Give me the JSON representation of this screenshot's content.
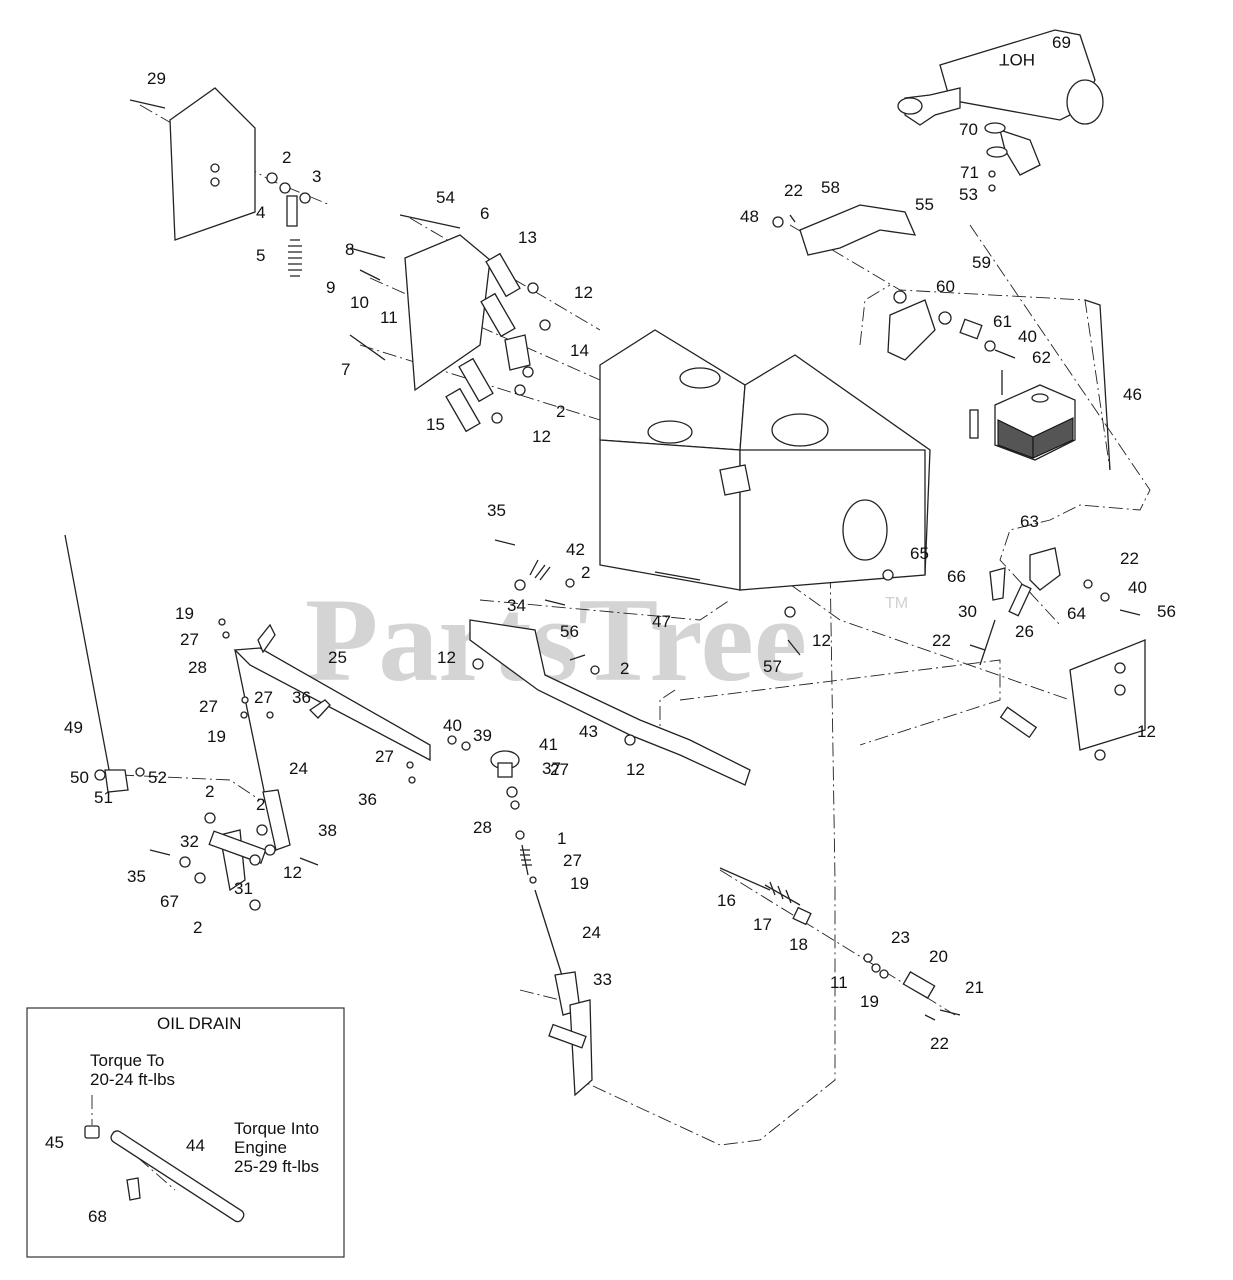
{
  "watermark": {
    "text": "PartsTree",
    "tm": "TM"
  },
  "callouts": [
    {
      "id": "c69",
      "text": "69"
    },
    {
      "id": "c70",
      "text": "70"
    },
    {
      "id": "c71",
      "text": "71"
    },
    {
      "id": "c53",
      "text": "53"
    },
    {
      "id": "c29",
      "text": "29"
    },
    {
      "id": "c2a",
      "text": "2"
    },
    {
      "id": "c3",
      "text": "3"
    },
    {
      "id": "c4",
      "text": "4"
    },
    {
      "id": "c5",
      "text": "5"
    },
    {
      "id": "c54",
      "text": "54"
    },
    {
      "id": "c6",
      "text": "6"
    },
    {
      "id": "c13",
      "text": "13"
    },
    {
      "id": "c8",
      "text": "8"
    },
    {
      "id": "c9",
      "text": "9"
    },
    {
      "id": "c10",
      "text": "10"
    },
    {
      "id": "c11a",
      "text": "11"
    },
    {
      "id": "c12a",
      "text": "12"
    },
    {
      "id": "c7",
      "text": "7"
    },
    {
      "id": "c14",
      "text": "14"
    },
    {
      "id": "c2b",
      "text": "2"
    },
    {
      "id": "c15",
      "text": "15"
    },
    {
      "id": "c12b",
      "text": "12"
    },
    {
      "id": "c22a",
      "text": "22"
    },
    {
      "id": "c58",
      "text": "58"
    },
    {
      "id": "c48",
      "text": "48"
    },
    {
      "id": "c55",
      "text": "55"
    },
    {
      "id": "c59",
      "text": "59"
    },
    {
      "id": "c60",
      "text": "60"
    },
    {
      "id": "c61",
      "text": "61"
    },
    {
      "id": "c40a",
      "text": "40"
    },
    {
      "id": "c62",
      "text": "62"
    },
    {
      "id": "c46",
      "text": "46"
    },
    {
      "id": "c63",
      "text": "63"
    },
    {
      "id": "c22b",
      "text": "22"
    },
    {
      "id": "c66",
      "text": "66"
    },
    {
      "id": "c40b",
      "text": "40"
    },
    {
      "id": "c64",
      "text": "64"
    },
    {
      "id": "c56a",
      "text": "56"
    },
    {
      "id": "c30",
      "text": "30"
    },
    {
      "id": "c26",
      "text": "26"
    },
    {
      "id": "c22c",
      "text": "22"
    },
    {
      "id": "c12c",
      "text": "12"
    },
    {
      "id": "c65",
      "text": "65"
    },
    {
      "id": "c35a",
      "text": "35"
    },
    {
      "id": "c42",
      "text": "42"
    },
    {
      "id": "c2c",
      "text": "2"
    },
    {
      "id": "c34",
      "text": "34"
    },
    {
      "id": "c56b",
      "text": "56"
    },
    {
      "id": "c47",
      "text": "47"
    },
    {
      "id": "c12d",
      "text": "12"
    },
    {
      "id": "c57",
      "text": "57"
    },
    {
      "id": "c12e",
      "text": "12"
    },
    {
      "id": "c2d",
      "text": "2"
    },
    {
      "id": "c43",
      "text": "43"
    },
    {
      "id": "c12f",
      "text": "12"
    },
    {
      "id": "c19a",
      "text": "19"
    },
    {
      "id": "c27a",
      "text": "27"
    },
    {
      "id": "c28a",
      "text": "28"
    },
    {
      "id": "c25",
      "text": "25"
    },
    {
      "id": "c27b",
      "text": "27"
    },
    {
      "id": "c36a",
      "text": "36"
    },
    {
      "id": "c27c",
      "text": "27"
    },
    {
      "id": "c19b",
      "text": "19"
    },
    {
      "id": "c49",
      "text": "49"
    },
    {
      "id": "c24a",
      "text": "24"
    },
    {
      "id": "c40c",
      "text": "40"
    },
    {
      "id": "c39",
      "text": "39"
    },
    {
      "id": "c41",
      "text": "41"
    },
    {
      "id": "c37",
      "text": "37"
    },
    {
      "id": "c27d",
      "text": "27"
    },
    {
      "id": "c36b",
      "text": "36"
    },
    {
      "id": "c27e",
      "text": "27"
    },
    {
      "id": "c28b",
      "text": "28"
    },
    {
      "id": "c50",
      "text": "50"
    },
    {
      "id": "c51",
      "text": "51"
    },
    {
      "id": "c52",
      "text": "52"
    },
    {
      "id": "c2e",
      "text": "2"
    },
    {
      "id": "c2f",
      "text": "2"
    },
    {
      "id": "c38",
      "text": "38"
    },
    {
      "id": "c32",
      "text": "32"
    },
    {
      "id": "c35b",
      "text": "35"
    },
    {
      "id": "c12g",
      "text": "12"
    },
    {
      "id": "c31",
      "text": "31"
    },
    {
      "id": "c67",
      "text": "67"
    },
    {
      "id": "c2g",
      "text": "2"
    },
    {
      "id": "c1",
      "text": "1"
    },
    {
      "id": "c27f",
      "text": "27"
    },
    {
      "id": "c19c",
      "text": "19"
    },
    {
      "id": "c24b",
      "text": "24"
    },
    {
      "id": "c33",
      "text": "33"
    },
    {
      "id": "c16",
      "text": "16"
    },
    {
      "id": "c17",
      "text": "17"
    },
    {
      "id": "c18",
      "text": "18"
    },
    {
      "id": "c23",
      "text": "23"
    },
    {
      "id": "c20",
      "text": "20"
    },
    {
      "id": "c11b",
      "text": "11"
    },
    {
      "id": "c19d",
      "text": "19"
    },
    {
      "id": "c21",
      "text": "21"
    },
    {
      "id": "c22d",
      "text": "22"
    }
  ],
  "inset": {
    "title": "OIL DRAIN",
    "torque_to_line1": "Torque To",
    "torque_to_line2": "20-24 ft-lbs",
    "torque_into_line1": "Torque Into",
    "torque_into_line2": "Engine",
    "torque_into_line3": "25-29 ft-lbs",
    "labels": [
      {
        "id": "i45",
        "text": "45"
      },
      {
        "id": "i44",
        "text": "44"
      },
      {
        "id": "i68",
        "text": "68"
      }
    ]
  },
  "muffler_text": "HOT"
}
